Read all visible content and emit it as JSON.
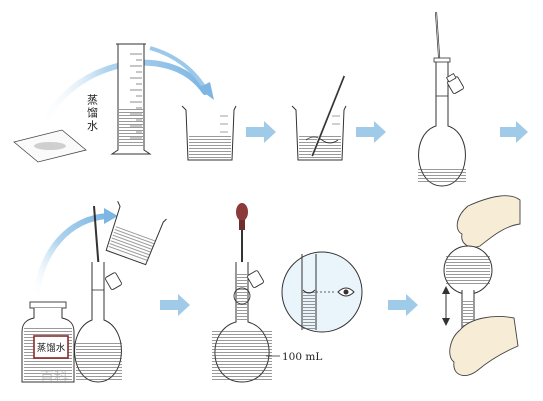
{
  "labels": {
    "cylinder_label": "蒸馏水",
    "bottle_label": "蒸馏水",
    "volume_mark": "100 mL"
  },
  "watermark": "百科",
  "colors": {
    "arrow": "#9fcbe8",
    "curve": "#8fc0e4",
    "line": "#333333",
    "liquid_lines": "#555555",
    "dropper_bulb": "#8a3a3a",
    "hand": "#f7ecd6",
    "label_border": "#8b2b2b"
  },
  "steps": [
    {
      "name": "weigh-transfer"
    },
    {
      "name": "dissolve"
    },
    {
      "name": "transfer-to-flask"
    },
    {
      "name": "rinse-and-pour"
    },
    {
      "name": "dilute-to-mark"
    },
    {
      "name": "shake-mix"
    }
  ]
}
